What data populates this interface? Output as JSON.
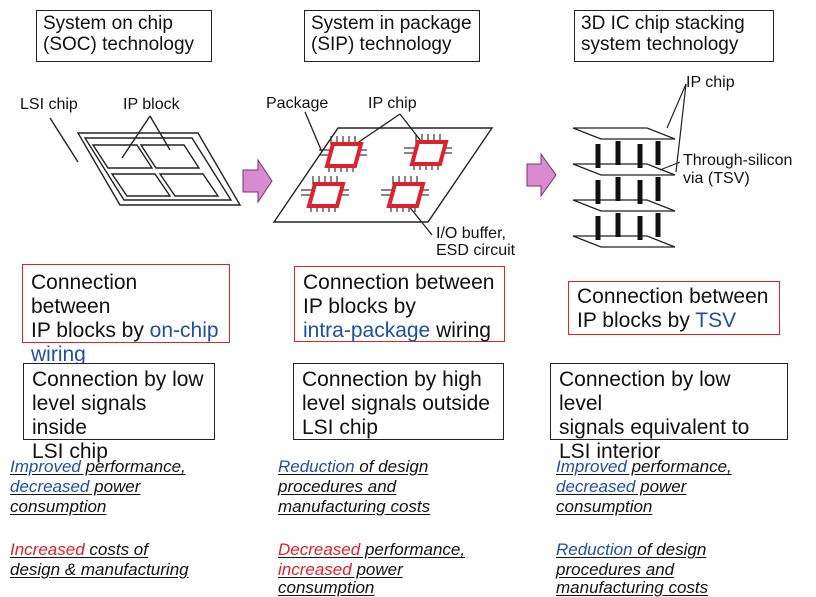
{
  "columns": [
    {
      "title": [
        "System on chip",
        "(SOC) technology"
      ],
      "labels": {
        "lsi_chip": "LSI chip",
        "ip_block": "IP block"
      },
      "connection": {
        "pre": [
          "Connection between",
          "IP blocks by "
        ],
        "hl": "on-chip",
        "post": "wiring"
      },
      "signal": [
        "Connection by low",
        "level signals inside",
        "LSI chip"
      ],
      "pro": {
        "hl": "Improved",
        "rest1": " performance,",
        "hl2": "decreased",
        "rest2": " power",
        "rest3": "consumption"
      },
      "con": {
        "hl": "Increased",
        "rest1": " costs of",
        "rest2": "design & manufacturing"
      }
    },
    {
      "title": [
        "System in package",
        "(SIP) technology"
      ],
      "labels": {
        "package": "Package",
        "ip_chip": "IP chip",
        "io_buffer": "I/O buffer,",
        "esd": "ESD circuit"
      },
      "connection": {
        "pre": [
          "Connection between",
          "IP blocks by"
        ],
        "hl": "intra-package",
        "post": " wiring"
      },
      "signal": [
        "Connection by high",
        "level signals outside",
        "LSI chip"
      ],
      "pro": {
        "hl": "Reduction",
        "rest1": " of design",
        "rest2": "procedures and",
        "rest3": "manufacturing costs"
      },
      "con": {
        "hl": "Decreased",
        "rest1": " performance,",
        "hl2": "increased",
        "rest2": " power",
        "rest3": "consumption"
      }
    },
    {
      "title": [
        "3D IC chip stacking",
        "system technology"
      ],
      "labels": {
        "ip_chip": "IP chip",
        "tsv1": "Through-silicon",
        "tsv2": "via (TSV)"
      },
      "connection": {
        "pre": [
          "Connection between",
          "IP blocks by "
        ],
        "hl": "TSV"
      },
      "signal": [
        "Connection by low level",
        "signals equivalent to",
        "LSI interior"
      ],
      "pro": {
        "hl": "Improved",
        "rest1": " performance,",
        "hl2": "decreased",
        "rest2": " power",
        "rest3": "consumption"
      },
      "con": {
        "hl": "Reduction",
        "rest1": " of design",
        "rest2": "procedures and",
        "rest3": "manufacturing costs"
      }
    }
  ],
  "colors": {
    "highlight_blue": "#1f4fa3",
    "highlight_red": "#e0202a",
    "arrow": "#d98bd0",
    "chip_red": "#e0202a"
  }
}
